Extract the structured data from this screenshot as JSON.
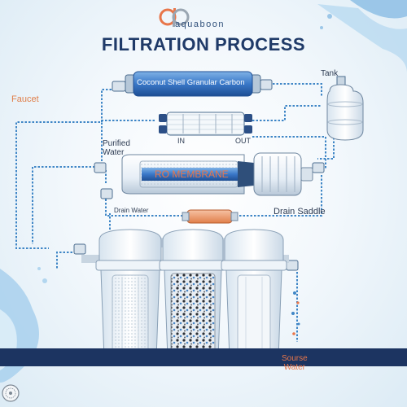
{
  "brand": {
    "name": "aquaboon",
    "logo_letters": "qb"
  },
  "title": "FILTRATION PROCESS",
  "labels": {
    "carbon_filter": "Coconut Shell Granular Carbon",
    "tank": "Tank",
    "faucet": "Faucet",
    "in": "IN",
    "out": "OUT",
    "purified_water": "Purified\nWater",
    "ro_membrane": "RO MEMBRANE",
    "drain_water": "Drain Water",
    "drain_saddle": "Drain Saddle",
    "source_water": "Sourse\nWater"
  },
  "colors": {
    "title_navy": "#1f3a68",
    "accent_orange": "#e8764a",
    "carbon_blue": "#3a78c8",
    "base_navy": "#1c3461",
    "water_blue": "#3f86c6"
  },
  "icons": [
    "logo-icon",
    "water-splash-icon",
    "certification-seal-icon"
  ]
}
